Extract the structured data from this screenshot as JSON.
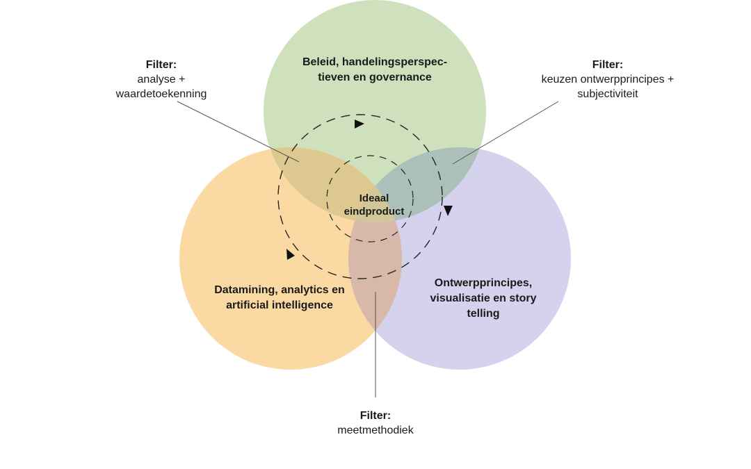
{
  "circles": {
    "top": {
      "label": "Beleid, handelingsperspec-\ntieven en governance",
      "color": "#cfe0bd"
    },
    "left": {
      "label": "Datamining, analytics en\nartificial intelligence",
      "color": "#fbd9a2"
    },
    "right": {
      "label": "Ontwerpprincipes,\nvisualisatie en story\ntelling",
      "color": "#d4d2ec"
    }
  },
  "center_label": "Ideaal\neindproduct",
  "filters": {
    "top_left": {
      "title": "Filter:",
      "text": "analyse +\nwaardetoekenning"
    },
    "top_right": {
      "title": "Filter:",
      "text": "keuzen ontwerpprincipes +\nsubjectiviteit"
    },
    "bottom": {
      "title": "Filter:",
      "text": "meetmethodiek"
    }
  },
  "colors": {
    "line": "#333333",
    "text": "#1a1a1a"
  }
}
